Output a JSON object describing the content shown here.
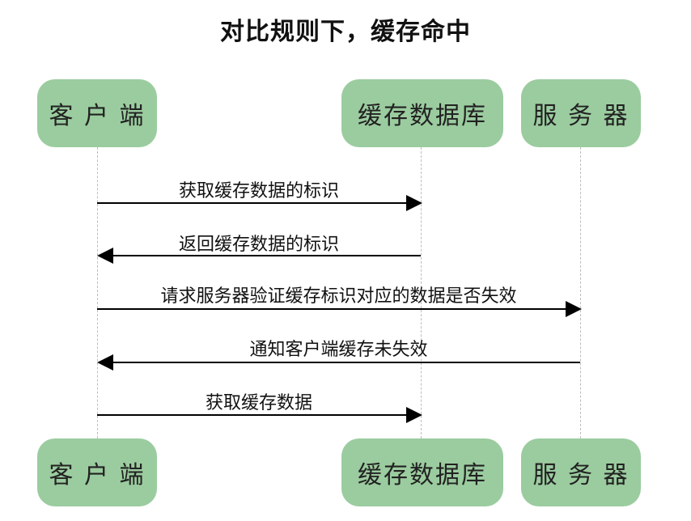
{
  "title": "对比规则下，缓存命中",
  "colors": {
    "actor_fill": "#9bcc9f",
    "lifeline": "#bdbdbd",
    "arrow": "#000000"
  },
  "participants": [
    {
      "label": "客 户 端"
    },
    {
      "label": "缓存数据库"
    },
    {
      "label": "服 务 器"
    }
  ],
  "messages": [
    {
      "label": "获取缓存数据的标识",
      "from": "客 户 端",
      "to": "缓存数据库"
    },
    {
      "label": "返回缓存数据的标识",
      "from": "缓存数据库",
      "to": "客 户 端"
    },
    {
      "label": "请求服务器验证缓存标识对应的数据是否失效",
      "from": "客 户 端",
      "to": "服 务 器"
    },
    {
      "label": "通知客户端缓存未失效",
      "from": "服 务 器",
      "to": "客 户 端"
    },
    {
      "label": "获取缓存数据",
      "from": "客 户 端",
      "to": "缓存数据库"
    }
  ]
}
